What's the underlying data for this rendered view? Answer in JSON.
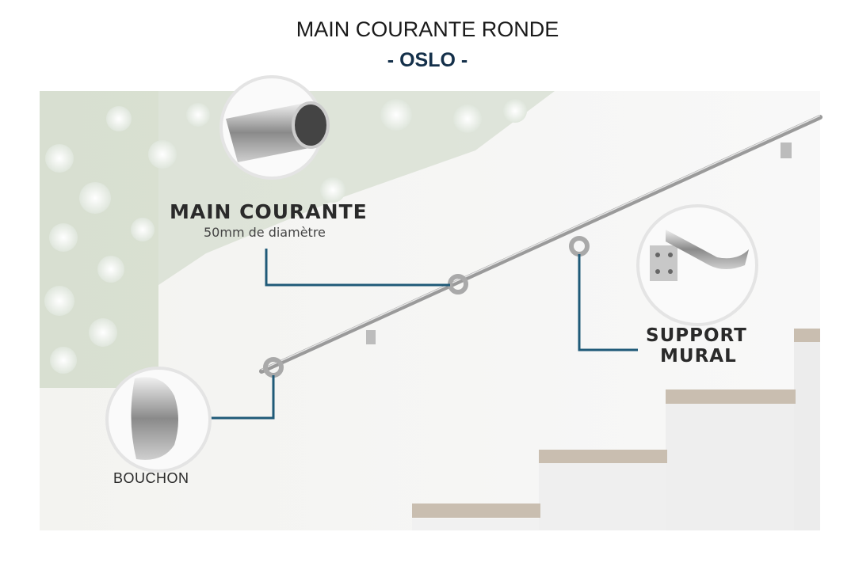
{
  "title": "MAIN COURANTE RONDE",
  "subtitle": "- OSLO -",
  "callouts": {
    "handrail": {
      "title": "MAIN COURANTE",
      "subtitle": "50mm de diamètre"
    },
    "support": {
      "line1": "SUPPORT",
      "line2": "MURAL"
    },
    "cap": {
      "title": "BOUCHON"
    }
  },
  "colors": {
    "leader": "#1f5a78",
    "title": "#14304a",
    "tread": "#c9beb0"
  }
}
